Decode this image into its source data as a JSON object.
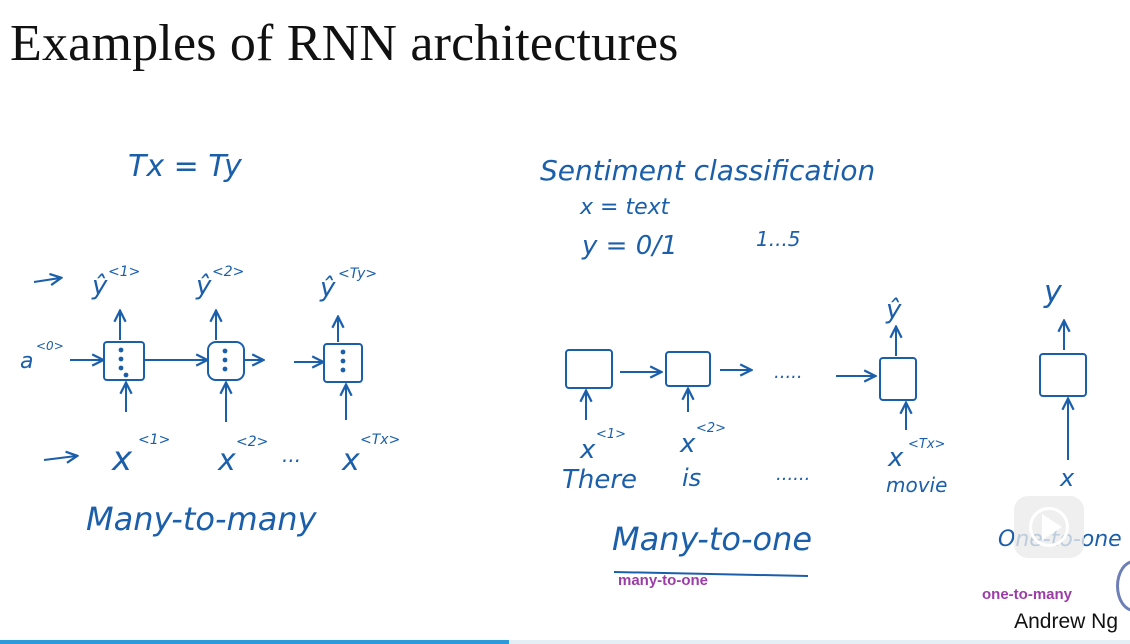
{
  "slide": {
    "title": "Examples of RNN architectures",
    "credit": "Andrew Ng"
  },
  "notes": {
    "tx_ty": "Tx = Ty",
    "sentiment_heading": "Sentiment classification",
    "x_text": "x = text",
    "y_values": "y = 0/1",
    "y_range": "1...5"
  },
  "many_to_many": {
    "label": "Many-to-many",
    "outputs": [
      "ŷ",
      "ŷ",
      "ŷ"
    ],
    "output_superscripts": [
      "<1>",
      "<2>",
      "<Ty>"
    ],
    "inputs": [
      "x",
      "x",
      "x"
    ],
    "input_superscripts": [
      "<1>",
      "<2>",
      "<Tx>"
    ],
    "a0": "a",
    "a0_superscript": "<0>",
    "ellipsis": "..."
  },
  "many_to_one": {
    "label": "Many-to-one",
    "subtitle": "many-to-one",
    "output": "ŷ",
    "inputs": [
      "x",
      "x",
      "x"
    ],
    "input_superscripts": [
      "<1>",
      "<2>",
      "<Tx>"
    ],
    "words": [
      "There",
      "is",
      "movie"
    ],
    "ellipsis_arrow": ".....",
    "ellipsis_words": "......"
  },
  "one_to_one": {
    "label": "One-to-one",
    "subtitle": "one-to-many",
    "output": "y",
    "input": "x"
  },
  "player": {
    "progress_percent": 45
  },
  "colors": {
    "ink": "#1b5faa",
    "subtitle": "#9c3da7",
    "progress": "#2d9bdb"
  }
}
